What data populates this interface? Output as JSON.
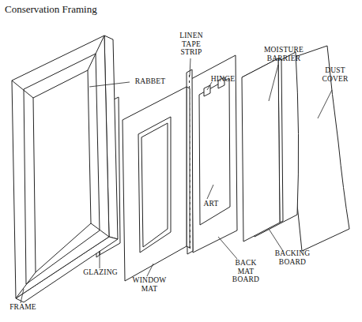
{
  "diagram": {
    "title": "Conservation Framing",
    "labels": [
      "LINEN TAPE STRIP",
      "MOISTURE BARRIER",
      "DUST COVER",
      "RABBET",
      "HINGE",
      "ART",
      "GLAZING",
      "WINDOW MAT",
      "BACK MAT BOARD",
      "BACKING BOARD",
      "FRAME"
    ]
  }
}
